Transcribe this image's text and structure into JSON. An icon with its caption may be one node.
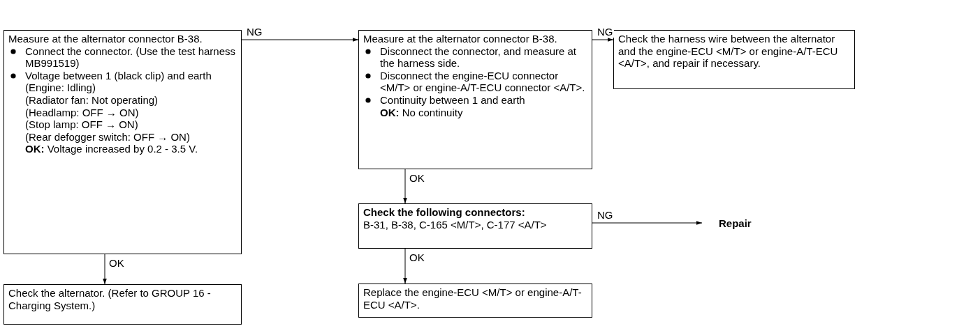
{
  "diagram": {
    "nodes": [
      {
        "text": [
          "Measure at the alternator connector B-38.",
          "Connect the connector. (Use the test harness MB991519)",
          "Voltage between 1 (black clip) and earth",
          "(Engine: Idling)",
          "(Radiator fan: Not operating)",
          "(Headlamp: OFF → ON)",
          "(Stop lamp: OFF → ON)",
          "(Rear defogger switch: OFF → ON)",
          "**OK:** Voltage increased by 0.2 - 3.5 V."
        ]
      },
      {
        "text": [
          "Check the alternator. (Refer to GROUP 16 - Charging System.)"
        ]
      },
      {
        "text": [
          "Measure at the alternator connector B-38.",
          "Disconnect the connector, and measure at the harness side.",
          "Disconnect the engine-ECU connector <M/T> or engine-A/T-ECU connector <A/T>.",
          "Continuity between 1 and earth",
          "**OK:** No continuity"
        ]
      },
      {
        "text": [
          "Check the harness wire between the alternator and the engine-ECU <M/T> or engine-A/T-ECU <A/T>, and repair if necessary."
        ]
      },
      {
        "text": [
          "Check the following connectors:",
          "B-31, B-38, C-165 <M/T>, C-177 <A/T>"
        ]
      },
      {
        "text": [
          "Repair"
        ]
      },
      {
        "text": [
          "Replace the engine-ECU <M/T> or engine-A/T-ECU <A/T>."
        ]
      }
    ],
    "edges": [
      {
        "from": 0,
        "to": 2,
        "arrow": "to",
        "label": "NG"
      },
      {
        "from": 2,
        "to": 3,
        "arrow": "to",
        "label": "NG"
      },
      {
        "from": 0,
        "to": 1,
        "arrow": "to",
        "label": "OK"
      },
      {
        "from": 2,
        "to": 4,
        "arrow": "to",
        "label": "OK"
      },
      {
        "from": 4,
        "to": 5,
        "arrow": "to",
        "label": "NG"
      },
      {
        "from": 4,
        "to": 6,
        "arrow": "to",
        "label": "OK"
      }
    ]
  }
}
